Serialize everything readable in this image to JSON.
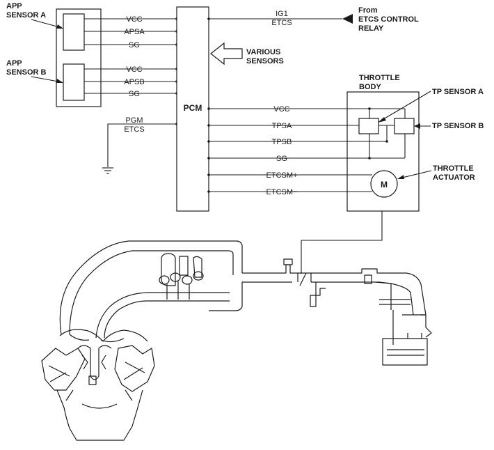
{
  "app_sensor_a": [
    "APP",
    "SENSOR A"
  ],
  "app_sensor_b": [
    "APP",
    "SENSOR B"
  ],
  "app_a_pins": [
    "VCC",
    "APSA",
    "SG"
  ],
  "app_b_pins": [
    "VCC",
    "APSB",
    "SG"
  ],
  "pcm_label": "PCM",
  "pgm_etcs": [
    "PGM",
    "ETCS"
  ],
  "ig1_etcs": [
    "IG1",
    "ETCS"
  ],
  "from_relay": [
    "From",
    "ETCS CONTROL",
    "RELAY"
  ],
  "various_sensors": [
    "VARIOUS",
    "SENSORS"
  ],
  "throttle_body": [
    "THROTTLE",
    "BODY"
  ],
  "throttle_wires": [
    "VCC",
    "TPSA",
    "TPSB",
    "SG",
    "ETCSM+",
    "ETCSM−"
  ],
  "tp_sensor_a": "TP SENSOR A",
  "tp_sensor_b": "TP SENSOR B",
  "throttle_actuator": [
    "THROTTLE",
    "ACTUATOR"
  ],
  "motor_symbol": "M",
  "icons": [
    "ground-icon",
    "arrow-left-icon",
    "block-arrow-icon",
    "motor-icon",
    "engine-illustration"
  ]
}
